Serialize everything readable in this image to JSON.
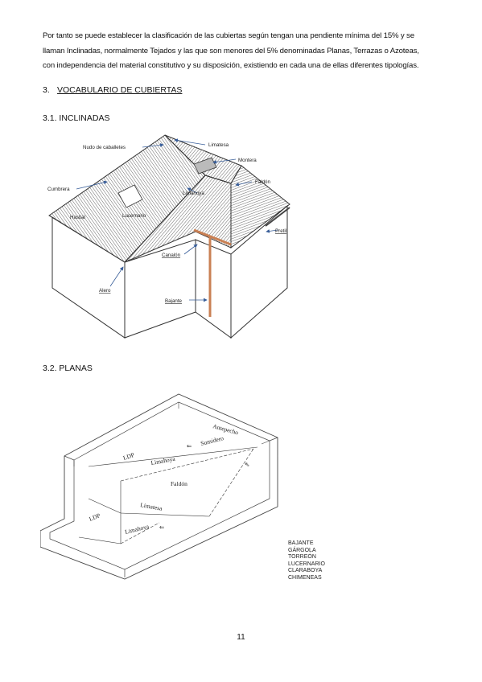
{
  "paragraph": {
    "lines": [
      "Por tanto se puede establecer la clasificación de las cubiertas según tengan una pendiente mínima del 15% y se",
      "llaman Inclinadas, normalmente Tejados y las que son menores del 5% denominadas Planas, Terrazas o Azoteas,",
      "con independencia del material constitutivo y su disposición, existiendo en cada una de ellas diferentes tipologías."
    ]
  },
  "section": {
    "number": "3.",
    "title": "VOCABULARIO DE CUBIERTAS"
  },
  "subsection_1": "3.1. INCLINADAS",
  "subsection_2": "3.2. PLANAS",
  "figure_inclinadas": {
    "labels": {
      "nudo": "Nudo de caballetes",
      "limatesa": "Limatesa",
      "montera": "Montera",
      "faldon": "Faldón",
      "cumbrera": "Cumbrera",
      "limahoya": "Limahoya",
      "lucernario": "Lucernario",
      "hastial": "Hastial",
      "pretil": "Pretil",
      "canalon": "Canalón",
      "alero": "Alero",
      "bajante": "Bajante"
    }
  },
  "figure_planas": {
    "labels": {
      "antepecho": "Antepecho",
      "sumidero": "Sumidero",
      "ldp1": "LDP",
      "limahoya1": "Limahoya",
      "faldon": "Faldón",
      "limatesa": "Limatesa",
      "ldp2": "LDP",
      "limahoya2": "Limahoya"
    }
  },
  "term_list": [
    "BAJANTE",
    "GÁRGOLA",
    "TORREÓN",
    "LUCERNARIO",
    "CLARABOYA",
    "CHIMENEAS"
  ],
  "page_number": "11"
}
